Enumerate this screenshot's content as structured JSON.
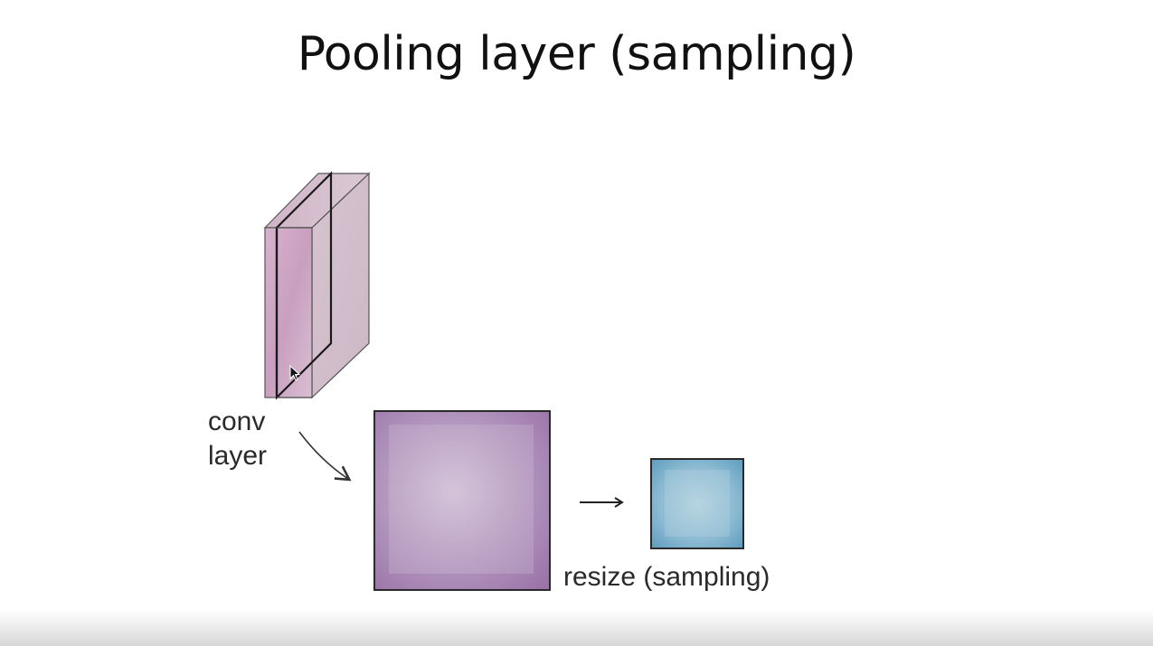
{
  "slide": {
    "title": "Pooling layer (sampling)"
  },
  "labels": {
    "conv_line1": "conv",
    "conv_line2": "layer",
    "resize": "resize (sampling)"
  },
  "colors": {
    "conv_block": "#c9a6c0",
    "feature_map": "#a681b2",
    "pooled_map": "#7aaac8",
    "outline": "#222222"
  },
  "icons": {
    "cursor": "mouse-pointer-icon",
    "arrow": "right-arrow-icon",
    "curved_arrow": "curved-arrow-icon"
  }
}
